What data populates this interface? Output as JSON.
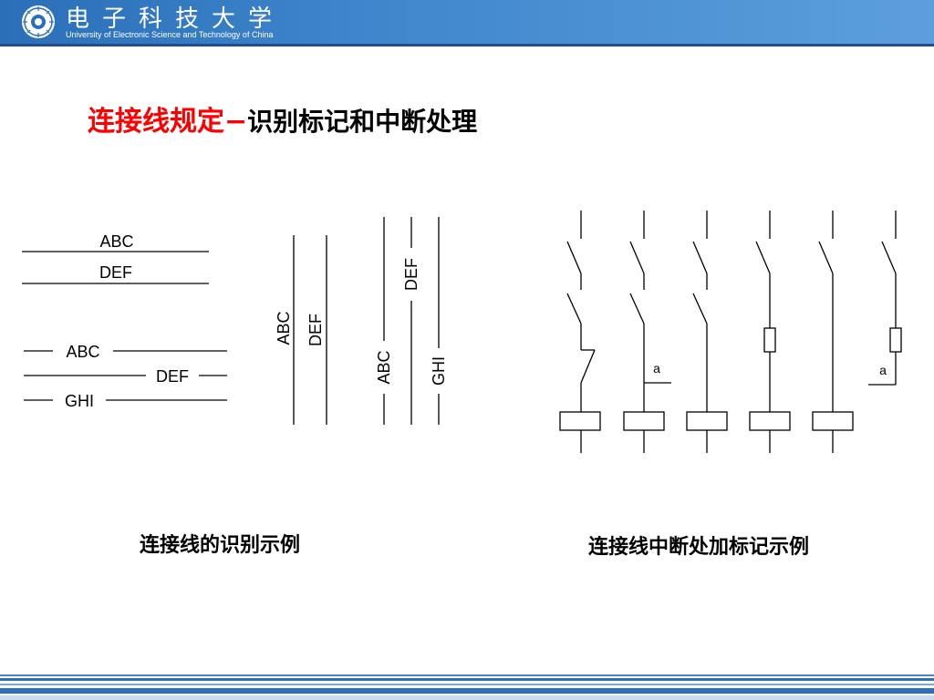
{
  "header": {
    "university_cn": "电子科技大学",
    "university_en": "University of Electronic Science and Technology of China",
    "accent": "#2a6fb8"
  },
  "title": {
    "main": "连接线规定",
    "dash": "−",
    "sub": "识别标记和中断处理",
    "main_color": "#ff0000"
  },
  "diagram": {
    "labels": {
      "abc": "ABC",
      "def": "DEF",
      "ghi": "GHI",
      "a": "a"
    }
  },
  "captions": {
    "left": "连接线的识别示例",
    "right": "连接线中断处加标记示例"
  }
}
